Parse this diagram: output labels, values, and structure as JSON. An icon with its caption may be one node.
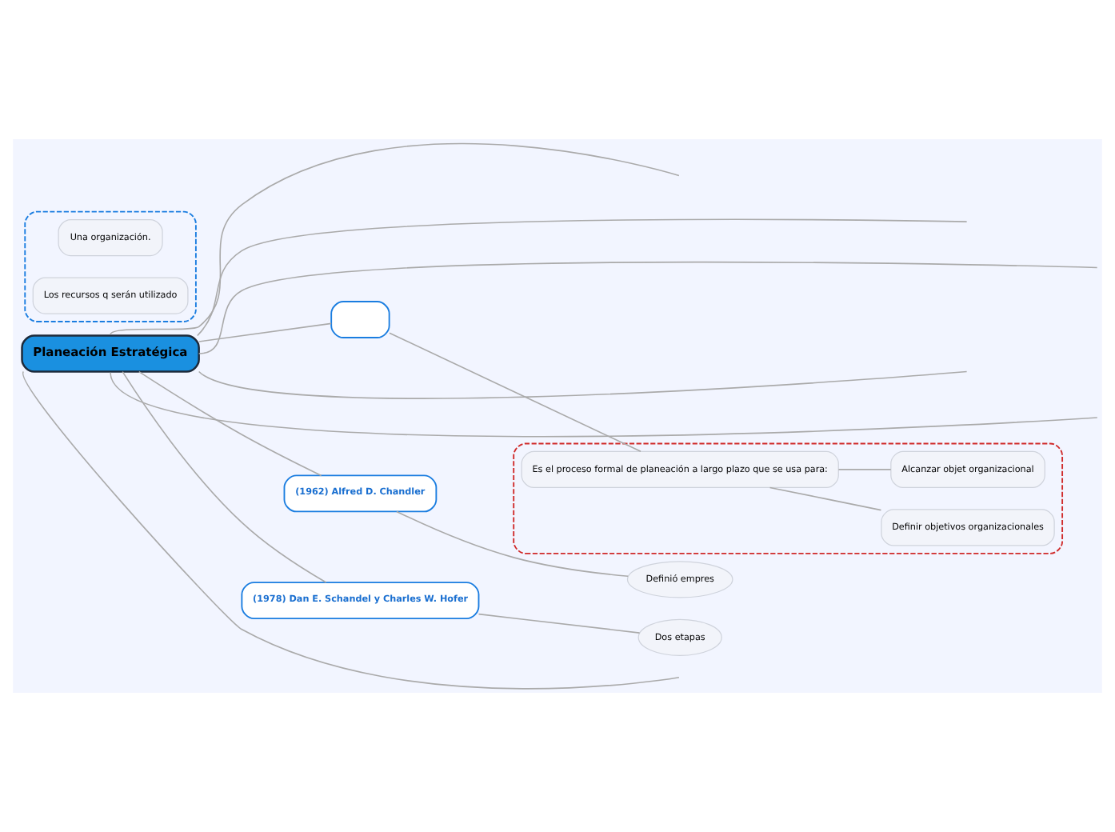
{
  "diagram": {
    "nodes": [
      {
        "text": [
          "Planeación Estratégica"
        ]
      },
      {
        "text": [],
        "shape": "box"
      },
      {
        "text": [],
        "shape": "box"
      },
      {
        "text": [
          "Una organización."
        ],
        "in": 2
      },
      {
        "text": [
          "Los recursos q serán utilizado"
        ],
        "in": 2
      },
      {
        "text": [],
        "shape": "box"
      },
      {
        "text": [
          "Es el proceso formal de planeación a largo plazo que se usa para:"
        ],
        "in": 5
      },
      {
        "text": [
          "Definir objetivos organizacionales"
        ],
        "in": 5
      },
      {
        "text": [
          "Alcanzar objet organizacional"
        ],
        "in": 5
      },
      {
        "text": [
          "(1962) Alfred D. Chandler"
        ]
      },
      {
        "text": [
          "Definió empres"
        ]
      },
      {
        "text": [
          "(1978) Dan E. Schandel y Charles W. Hofer"
        ]
      },
      {
        "text": [
          "Dos etapas"
        ]
      }
    ],
    "edges": [
      {
        "from": 0,
        "to": null,
        "arrow": "none"
      },
      {
        "from": 0,
        "to": null,
        "arrow": "none"
      },
      {
        "from": 0,
        "to": null,
        "arrow": "none"
      },
      {
        "from": 0,
        "to": 1,
        "arrow": "none"
      },
      {
        "from": 1,
        "to": 6,
        "arrow": "none"
      },
      {
        "from": 6,
        "to": 7,
        "arrow": "none"
      },
      {
        "from": 6,
        "to": 8,
        "arrow": "none"
      },
      {
        "from": 0,
        "to": null,
        "arrow": "none"
      },
      {
        "from": 0,
        "to": 9,
        "arrow": "none"
      },
      {
        "from": 9,
        "to": 10,
        "arrow": "none"
      },
      {
        "from": 0,
        "to": 11,
        "arrow": "none"
      },
      {
        "from": 11,
        "to": 12,
        "arrow": "none"
      },
      {
        "from": 0,
        "to": null,
        "arrow": "none"
      },
      {
        "from": 0,
        "to": null,
        "arrow": "none"
      }
    ]
  }
}
